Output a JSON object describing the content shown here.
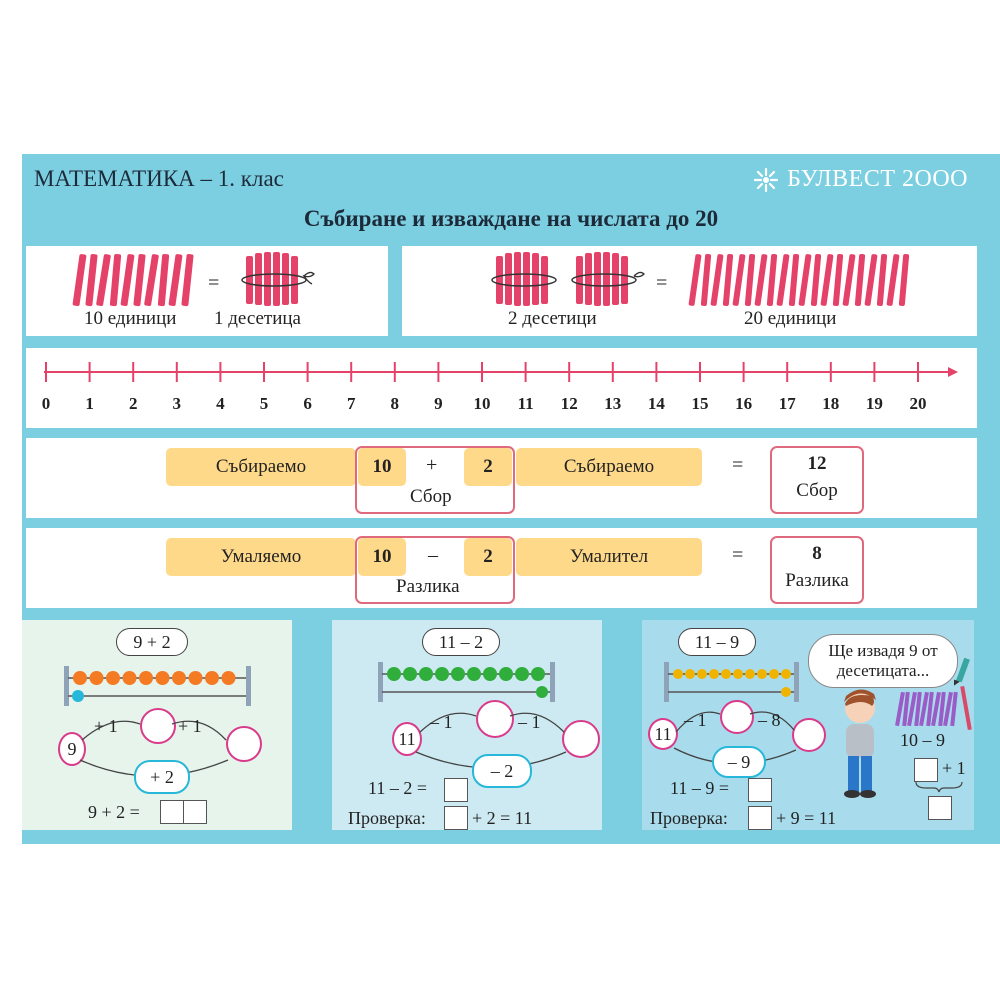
{
  "header": {
    "title": "МАТЕМАТИКА – 1. клас",
    "brand": "БУЛВЕСТ 2ООО",
    "main_title": "Събиране и изваждане на числата до 20"
  },
  "units_panel_left": {
    "label_units": "10 единици",
    "equals": "=",
    "label_ten": "1 десетица"
  },
  "units_panel_right": {
    "label_tens": "2 десетици",
    "equals": "=",
    "label_units": "20 единици"
  },
  "number_line": {
    "ticks": [
      "0",
      "1",
      "2",
      "3",
      "4",
      "5",
      "6",
      "7",
      "8",
      "9",
      "10",
      "11",
      "12",
      "13",
      "14",
      "15",
      "16",
      "17",
      "18",
      "19",
      "20"
    ]
  },
  "addition": {
    "term1_label": "Събираемо",
    "term1_value": "10",
    "operator": "+",
    "term2_value": "2",
    "term2_label": "Събираемо",
    "equals": "=",
    "result_value": "12",
    "sum_label": "Сбор",
    "result_label": "Сбор"
  },
  "subtraction": {
    "term1_label": "Умаляемо",
    "term1_value": "10",
    "operator": "–",
    "term2_value": "2",
    "term2_label": "Умалител",
    "equals": "=",
    "result_value": "8",
    "diff_label": "Разлика",
    "result_label": "Разлика"
  },
  "card1": {
    "bubble": "9 + 2",
    "start": "9",
    "step1": "+ 1",
    "step2": "+ 1",
    "total": "+ 2",
    "equation": "9 + 2 ="
  },
  "card2": {
    "bubble": "11 – 2",
    "start": "11",
    "step1": "– 1",
    "step2": "– 1",
    "total": "– 2",
    "equation": "11 – 2 =",
    "check_label": "Проверка:",
    "check_rest": "+ 2 = 11"
  },
  "card3": {
    "bubble": "11 – 9",
    "start": "11",
    "step1": "– 1",
    "step2": "– 8",
    "total": "– 9",
    "equation": "11 – 9 =",
    "check_label": "Проверка:",
    "check_rest": "+ 9 = 11",
    "speech": "Ще извадя 9 от десетицата...",
    "side_expr": "10 – 9",
    "side_plus": "+ 1"
  },
  "colors": {
    "background": "#7ccfe0",
    "stick": "#e5426a",
    "highlight": "#ffd98a",
    "frame": "#e06a7d",
    "circle": "#d93a8a"
  }
}
